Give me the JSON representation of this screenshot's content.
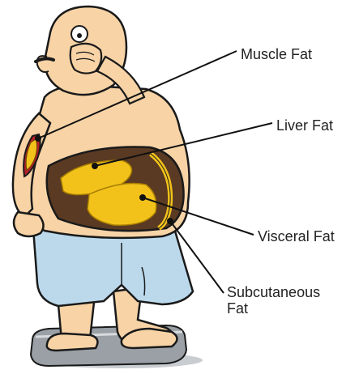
{
  "labels": {
    "muscle_fat": "Muscle Fat",
    "liver_fat": "Liver Fat",
    "visceral_fat": "Visceral Fat",
    "subcutaneous_fat_line1": "Subcutaneous",
    "subcutaneous_fat_line2": "Fat"
  },
  "colors": {
    "skin": "#f7d3a6",
    "outline": "#1a1a1a",
    "fat_yellow": "#f2c21b",
    "muscle_red": "#b3202a",
    "belly_brown": "#5a3a22",
    "shorts_blue": "#bcd9ec",
    "scale_gray": "#8a8f94"
  }
}
